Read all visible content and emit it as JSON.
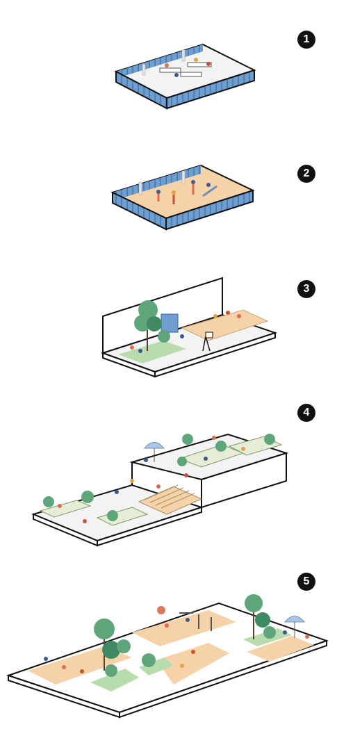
{
  "markers": [
    "1",
    "2",
    "3",
    "4",
    "5"
  ],
  "colors": {
    "glass": "#6f9fd0",
    "glass_dark": "#3d6ea6",
    "floor_wood": "#f6d2a8",
    "grass": "#b9dcae",
    "tree": "#5fa57a",
    "tree_dark": "#3f8a62",
    "outline": "#111111",
    "wall": "#ffffff",
    "bench": "#e6ecd5"
  },
  "icons": [
    "tree-icon",
    "person-icon",
    "umbrella-icon",
    "easel-icon",
    "stairs-icon"
  ]
}
